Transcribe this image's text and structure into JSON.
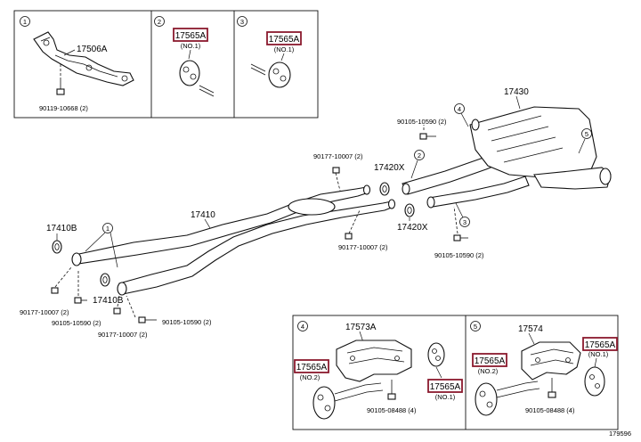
{
  "diagram_id": "179596",
  "callout_numbers": [
    "1",
    "2",
    "3",
    "4",
    "5"
  ],
  "part_numbers": {
    "bracket": "17506A",
    "muffler": "17430",
    "center_pipe": "17410",
    "gasket_front": "17410B",
    "gasket_rear": "17420X",
    "hanger_a": "17565A",
    "support_4": "17573A",
    "support_5": "17574"
  },
  "bolt_codes": {
    "bolt_10668": "90119-10668 (2)",
    "bolt_10590": "90105-10590 (2)",
    "nut_10007": "90177-10007 (2)",
    "bolt_08488": "90105-08488 (4)"
  },
  "hanger_notes": {
    "no1": "(NO.1)",
    "no2": "(NO.2)"
  },
  "colors": {
    "highlight": "#8b1a2e",
    "line": "#111111",
    "background": "#ffffff"
  }
}
